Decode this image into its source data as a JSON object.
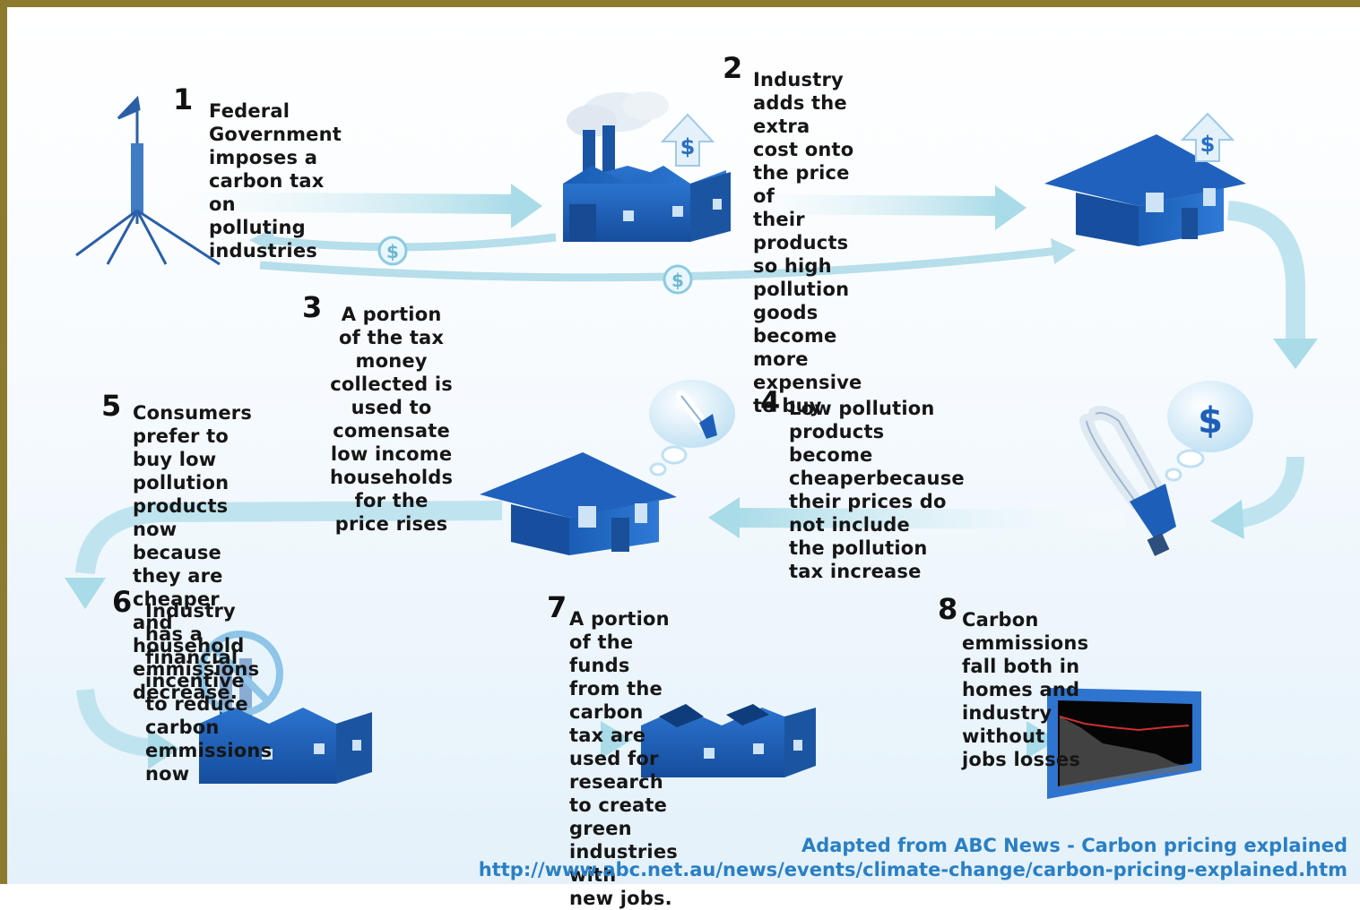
{
  "steps": [
    {
      "num": "1",
      "text": "Federal Government\nimposes a carbon tax on\npolluting industries"
    },
    {
      "num": "2",
      "text": "Industry adds the extra\ncost onto the price of\ntheir products so high\npollution goods become\nmore expensive to buy"
    },
    {
      "num": "3",
      "text": "A portion of the tax money collected is used to comensate\nlow income households for the price rises"
    },
    {
      "num": "4",
      "text": "Low pollution products\nbecome cheaperbecause\ntheir prices do not include\nthe pollution tax increase"
    },
    {
      "num": "5",
      "text": "Consumers prefer to buy low\npollution products now because\nthey are cheaper and household\nemmissions decrease."
    },
    {
      "num": "6",
      "text": "Industry has a financial incentive\nto reduce carbon emmissions now"
    },
    {
      "num": "7",
      "text": "A portion of the funds from the\ncarbon tax are used for research\nto create green industries with\nnew jobs."
    },
    {
      "num": "8",
      "text": "Carbon emmissions fall both in\nhomes and industry without\njobs losses"
    }
  ],
  "credit": {
    "line1": "Adapted from ABC News - Carbon pricing explained",
    "line2": "http://www.abc.net.au/news/events/climate-change/carbon-pricing-explained.htm"
  },
  "dollar_symbol": "$",
  "colors": {
    "building": "#1d5fb8",
    "building_dark": "#123f80",
    "arrow": "#bfe4ef",
    "credit": "#2a7fc4",
    "border": "#8c7a2e"
  },
  "icons": [
    "flagpole-icon",
    "factory-icon",
    "house-icon",
    "dollar-icon",
    "lightbulb-icon",
    "no-smoke-icon",
    "green-factory-icon",
    "emissions-chart-icon",
    "thought-bubble-icon"
  ]
}
